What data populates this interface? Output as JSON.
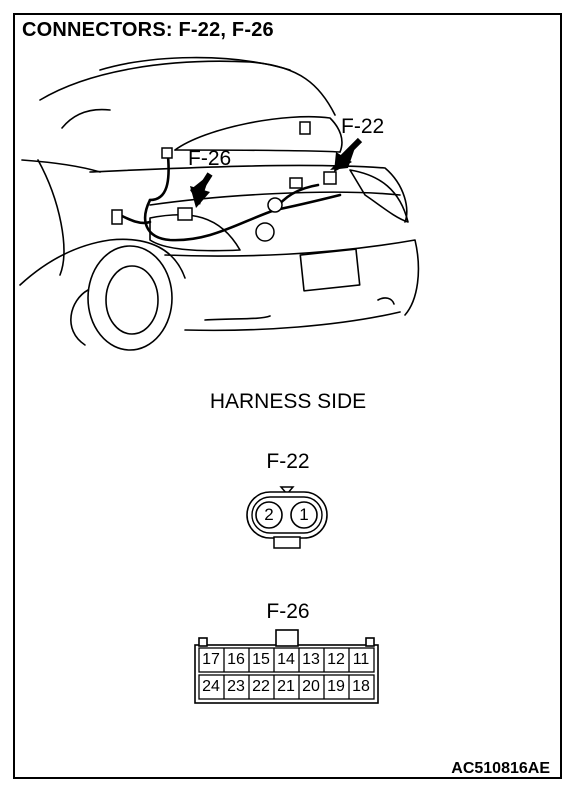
{
  "title": "CONNECTORS: F-22, F-26",
  "car_labels": {
    "f22": "F-22",
    "f26": "F-26"
  },
  "harness_side": "HARNESS SIDE",
  "connector_f22": {
    "label": "F-22",
    "pins": [
      "2",
      "1"
    ]
  },
  "connector_f26": {
    "label": "F-26",
    "row_top": [
      "17",
      "16",
      "15",
      "14",
      "13",
      "12",
      "11"
    ],
    "row_bottom": [
      "24",
      "23",
      "22",
      "21",
      "20",
      "19",
      "18"
    ]
  },
  "reference": "AC510816AE"
}
